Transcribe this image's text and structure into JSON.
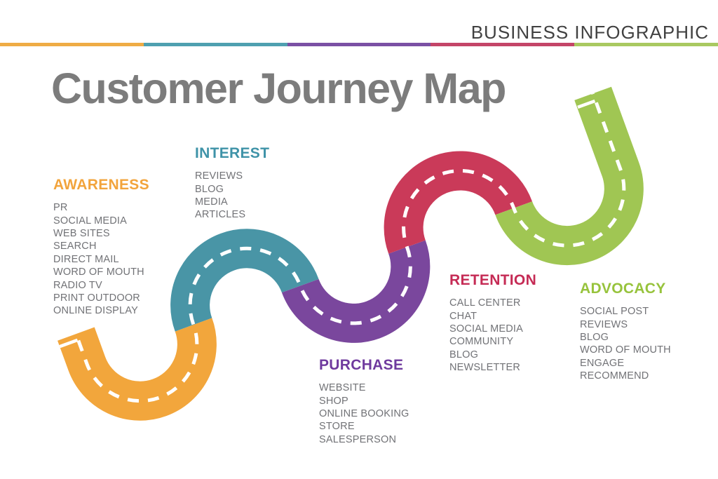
{
  "brand": {
    "label": "BUSINESS INFOGRAPHIC"
  },
  "divider_colors": [
    "#EFAC45",
    "#4FA0B0",
    "#7B50A4",
    "#C44568",
    "#A9C961"
  ],
  "page_title": "Customer Journey Map",
  "road": {
    "centerline_color": "#FFFFFF"
  },
  "stages": [
    {
      "label": "AWARENESS",
      "color": "#F2A43C",
      "road_color": "#F2A63C",
      "items": [
        "PR",
        "SOCIAL MEDIA",
        "WEB SITES",
        "SEARCH",
        "DIRECT MAIL",
        "WORD OF MOUTH",
        "RADIO TV",
        "PRINT OUTDOOR",
        "ONLINE DISPLAY"
      ]
    },
    {
      "label": "INTEREST",
      "color": "#3F93A8",
      "road_color": "#4995A6",
      "items": [
        "REVIEWS",
        "BLOG",
        "MEDIA",
        "ARTICLES"
      ]
    },
    {
      "label": "PURCHASE",
      "color": "#6F3A9E",
      "road_color": "#7A479D",
      "items": [
        "WEBSITE",
        "SHOP",
        "ONLINE BOOKING",
        "STORE",
        "SALESPERSON"
      ]
    },
    {
      "label": "RETENTION",
      "color": "#C52B55",
      "road_color": "#CA3A59",
      "items": [
        "CALL CENTER",
        "CHAT",
        "SOCIAL MEDIA",
        "COMMUNITY",
        "BLOG",
        "NEWSLETTER"
      ]
    },
    {
      "label": "ADVOCACY",
      "color": "#97C33C",
      "road_color": "#A0C653",
      "items": [
        "SOCIAL POST",
        "REVIEWS",
        "BLOG",
        "WORD OF MOUTH",
        "ENGAGE",
        "RECOMMEND"
      ]
    }
  ]
}
